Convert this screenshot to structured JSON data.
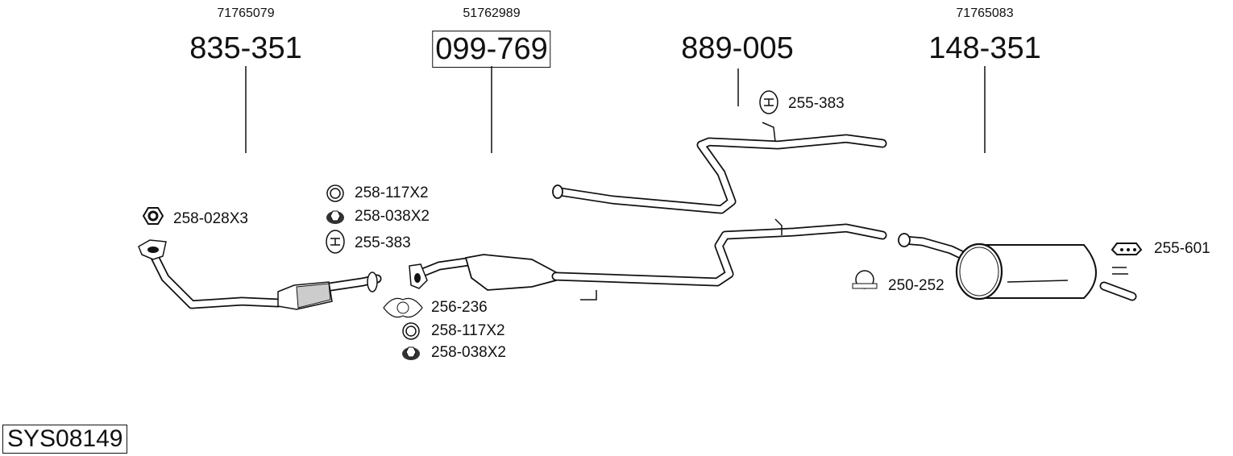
{
  "parts": [
    {
      "oem": "71765079",
      "number": "835-351",
      "boxed": false
    },
    {
      "oem": "51762989",
      "number": "099-769",
      "boxed": true
    },
    {
      "oem": "",
      "number": "889-005",
      "boxed": false
    },
    {
      "oem": "71765083",
      "number": "148-351",
      "boxed": false
    }
  ],
  "accessories": [
    {
      "icon": "hex-nut-icon",
      "label": "258-028X3"
    },
    {
      "icon": "ring-icon",
      "label": "258-117X2"
    },
    {
      "icon": "flange-nut-icon",
      "label": "258-038X2"
    },
    {
      "icon": "rubber-hanger-icon",
      "label": "255-383"
    },
    {
      "icon": "gasket-icon",
      "label": "256-236"
    },
    {
      "icon": "ring-icon",
      "label": "258-117X2"
    },
    {
      "icon": "flange-nut-icon",
      "label": "258-038X2"
    },
    {
      "icon": "rubber-hanger-icon",
      "label": "255-383"
    },
    {
      "icon": "clamp-icon",
      "label": "250-252"
    },
    {
      "icon": "bracket-icon",
      "label": "255-601"
    }
  ],
  "system_id": "SYS08149"
}
